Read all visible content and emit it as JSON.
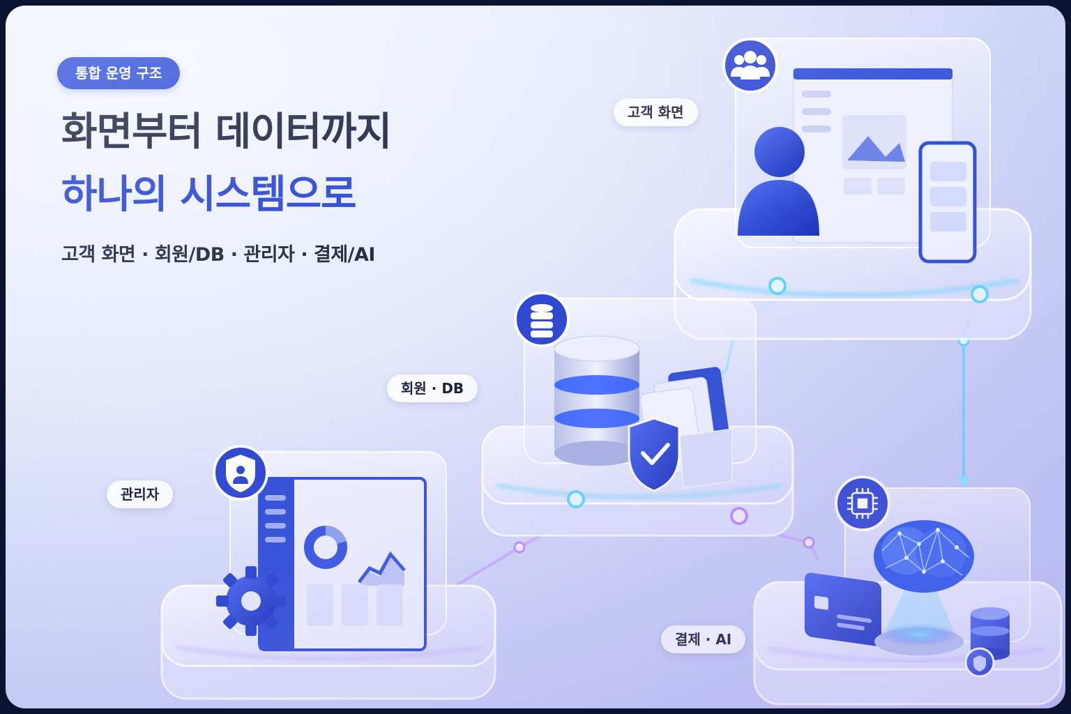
{
  "header": {
    "badge": "통합 운영 구조",
    "title_line1": "화면부터 데이터까지",
    "title_line2": "하나의 시스템으로",
    "subtitle": "고객 화면 · 회원/DB · 관리자 · 결제/AI"
  },
  "modules": {
    "customer": {
      "label": "고객 화면",
      "icon": "users-icon"
    },
    "member_db": {
      "label": "회원 · DB",
      "icon": "database-icon"
    },
    "admin": {
      "label": "관리자",
      "icon": "shield-user-icon"
    },
    "payment_ai": {
      "label": "결제 · AI",
      "icon": "chip-icon"
    }
  },
  "colors": {
    "accent": "#1e3fd6",
    "title_dark": "#0c1233",
    "title_blue": "#1a39cf",
    "flow_cyan": "#5fd6ff",
    "flow_violet": "#b98cff"
  }
}
